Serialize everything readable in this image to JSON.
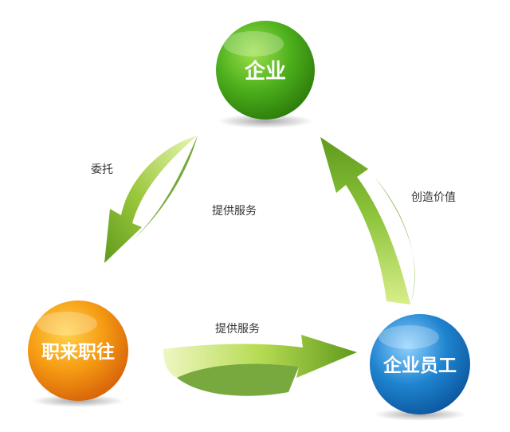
{
  "nodes": {
    "enterprise": {
      "label": "企业",
      "color": "#4caf1c"
    },
    "agency": {
      "label": "职来职往",
      "color": "#f59a12"
    },
    "employee": {
      "label": "企业员工",
      "color": "#1f84cf"
    }
  },
  "edges": {
    "entrust": {
      "label": "委托"
    },
    "provide_service_to_enterprise": {
      "label": "提供服务"
    },
    "create_value": {
      "label": "创造价值"
    },
    "provide_service_to_employee": {
      "label": "提供服务"
    }
  },
  "colors": {
    "arrow_light": "#d3ec7b",
    "arrow_dark": "#5f9a1c"
  }
}
